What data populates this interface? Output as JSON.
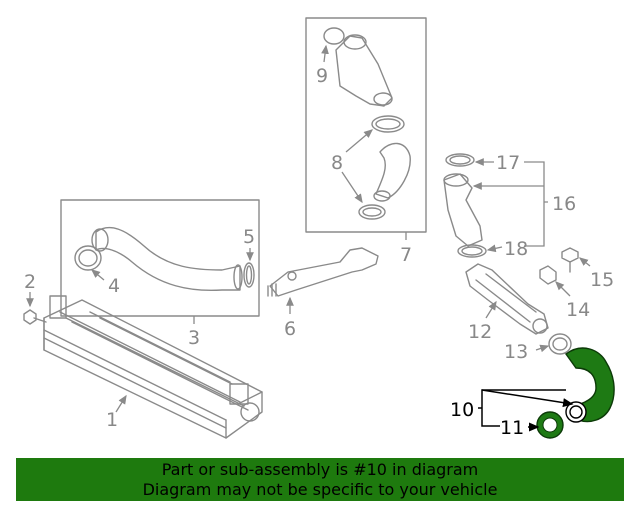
{
  "callouts": {
    "c1": "1",
    "c2": "2",
    "c3": "3",
    "c4": "4",
    "c5": "5",
    "c6": "6",
    "c7": "7",
    "c8": "8",
    "c9": "9",
    "c10": "10",
    "c11": "11",
    "c12": "12",
    "c13": "13",
    "c14": "14",
    "c15": "15",
    "c16": "16",
    "c17": "17",
    "c18": "18"
  },
  "highlight_part": "10",
  "colors": {
    "highlight_green": "#1e7a14",
    "banner_green": "#1e7a0e",
    "line_gray": "#8a8a8a"
  },
  "banner": {
    "line1": "Part or sub-assembly is #10 in diagram",
    "line2": "Diagram may not be specific to your vehicle"
  }
}
